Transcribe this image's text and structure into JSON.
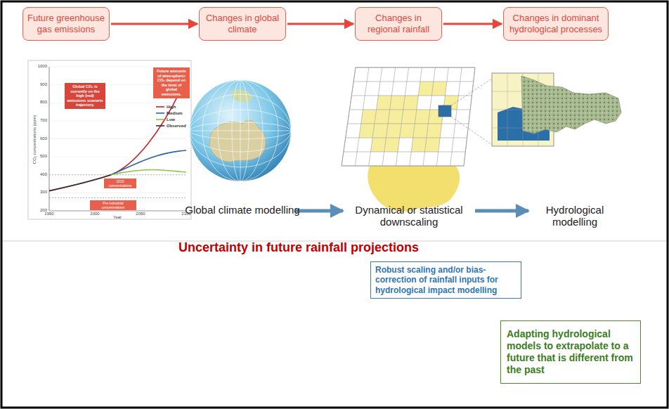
{
  "diagram": {
    "nodes": [
      {
        "text": [
          "Future greenhouse gas emissions"
        ]
      },
      {
        "text": [
          "Changes in global climate"
        ]
      },
      {
        "text": [
          "Changes in regional rainfall"
        ]
      },
      {
        "text": [
          "Changes in dominant hydrological processes"
        ]
      },
      {
        "text": [
          "Future amounts of atmospheric CO₂ depend on the level of global emissions."
        ]
      },
      {
        "text": [
          "Global CO₂ is currently on the high (red) emissions scenario trajectory."
        ]
      },
      {
        "text": [
          "2015 concentrations"
        ]
      },
      {
        "text": [
          "Pre-industrial concentrations"
        ]
      },
      {
        "text": [
          "Robust scaling and/or bias-correction of rainfall inputs for hydrological impact modelling"
        ]
      },
      {
        "text": [
          "Adapting hydrological models to extrapolate to a future that is different from the past"
        ]
      }
    ],
    "edges": [
      {
        "from": 0,
        "to": 1,
        "arrow": "to"
      },
      {
        "from": 1,
        "to": 2,
        "arrow": "to"
      },
      {
        "from": 2,
        "to": 3,
        "arrow": "to"
      }
    ],
    "labels": [
      "Uncertainty in future rainfall projections",
      "Global climate modelling",
      "Dynamical or statistical downscaling",
      "Hydrological modelling",
      "CO₂ concentrations (ppm)",
      "Year",
      "200",
      "300",
      "400",
      "500",
      "600",
      "700",
      "800",
      "900",
      "1000",
      "1950",
      "2000",
      "2050",
      "2100"
    ],
    "legend": [
      {
        "text": "High"
      },
      {
        "text": "Medium"
      },
      {
        "text": "Low"
      },
      {
        "text": "Observed"
      }
    ]
  }
}
